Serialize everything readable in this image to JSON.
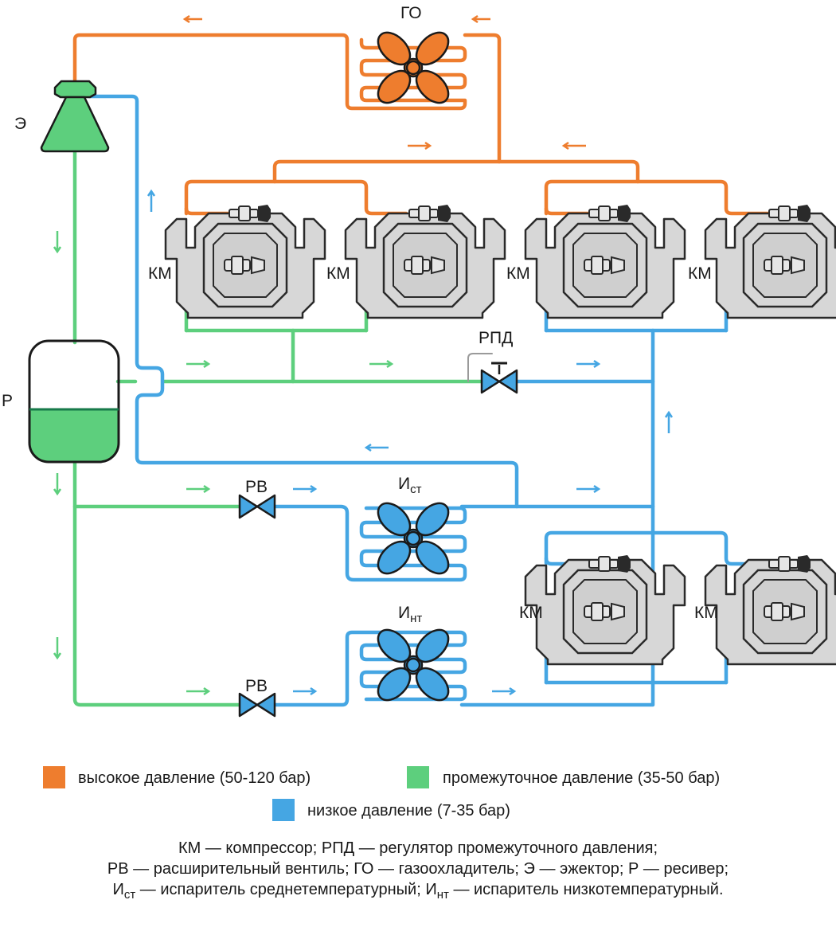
{
  "colors": {
    "high": "#ee7d2e",
    "mid": "#5dcf7d",
    "low": "#45a6e3",
    "compressor_fill": "#d7d7d7",
    "compressor_stroke": "#2a2a2a"
  },
  "labels": {
    "gas_cooler": "ГО",
    "ejector": "Э",
    "receiver": "Р",
    "compressor": "КМ",
    "pressure_regulator": "РПД",
    "expansion_valve": "РВ",
    "evap_mt_main": "И",
    "evap_mt_sub": "ст",
    "evap_lt_main": "И",
    "evap_lt_sub": "нт"
  },
  "legend": {
    "high": "высокое давление (50-120 бар)",
    "mid": "промежуточное давление (35-50 бар)",
    "low": "низкое давление (7-35 бар)"
  },
  "notes": {
    "line1": "КМ — компрессор; РПД — регулятор промежуточного давления;",
    "line2": "РВ — расширительный вентиль; ГО — газоохладитель; Э — эжектор; Р — ресивер;",
    "line3_a": "И",
    "line3_b": "ст",
    "line3_c": " — испаритель среднетемпературный; И",
    "line3_d": "нт",
    "line3_e": " — испаритель низкотемпературный."
  }
}
